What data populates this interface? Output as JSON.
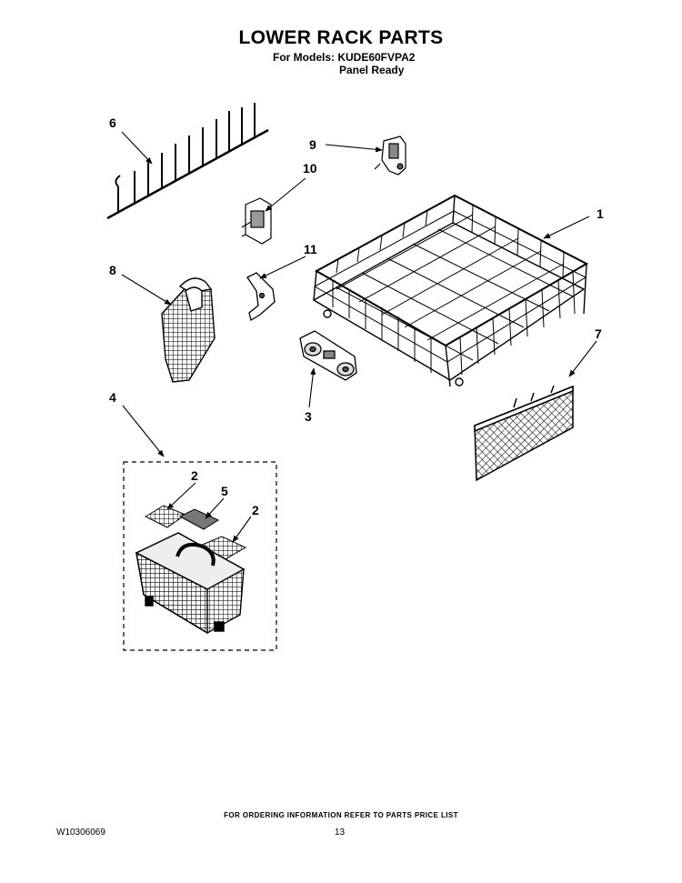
{
  "header": {
    "title": "LOWER RACK PARTS",
    "models_line": "For Models: KUDE60FVPA2",
    "panel_line": "Panel Ready"
  },
  "callouts": {
    "c1": "1",
    "c2a": "2",
    "c2b": "2",
    "c3": "3",
    "c4": "4",
    "c5": "5",
    "c6": "6",
    "c7": "7",
    "c8": "8",
    "c9": "9",
    "c10": "10",
    "c11": "11"
  },
  "footer": {
    "note": "FOR ORDERING INFORMATION REFER TO PARTS PRICE LIST",
    "doc_number": "W10306069",
    "page_number": "13"
  }
}
